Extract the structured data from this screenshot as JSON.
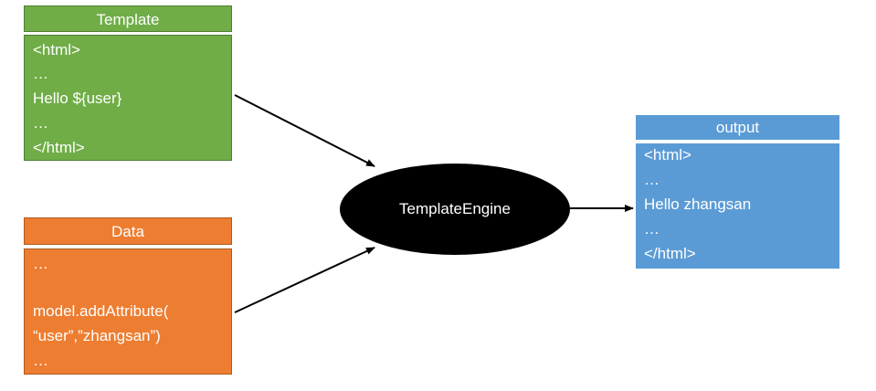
{
  "template": {
    "title": "Template",
    "lines": [
      "<html>",
      "…",
      "Hello ${user}",
      "…",
      "</html>"
    ]
  },
  "data": {
    "title": "Data",
    "lines": [
      "…",
      "model.addAttribute(",
      "“user”,”zhangsan”)",
      "…"
    ]
  },
  "engine": {
    "label": "TemplateEngine"
  },
  "output": {
    "title": "output",
    "lines": [
      "<html>",
      "…",
      "Hello zhangsan",
      "…",
      "</html>"
    ]
  },
  "colors": {
    "template": "#70ad47",
    "data": "#ed7d31",
    "output": "#5b9bd5",
    "engine": "#000000",
    "arrow": "#000000"
  }
}
